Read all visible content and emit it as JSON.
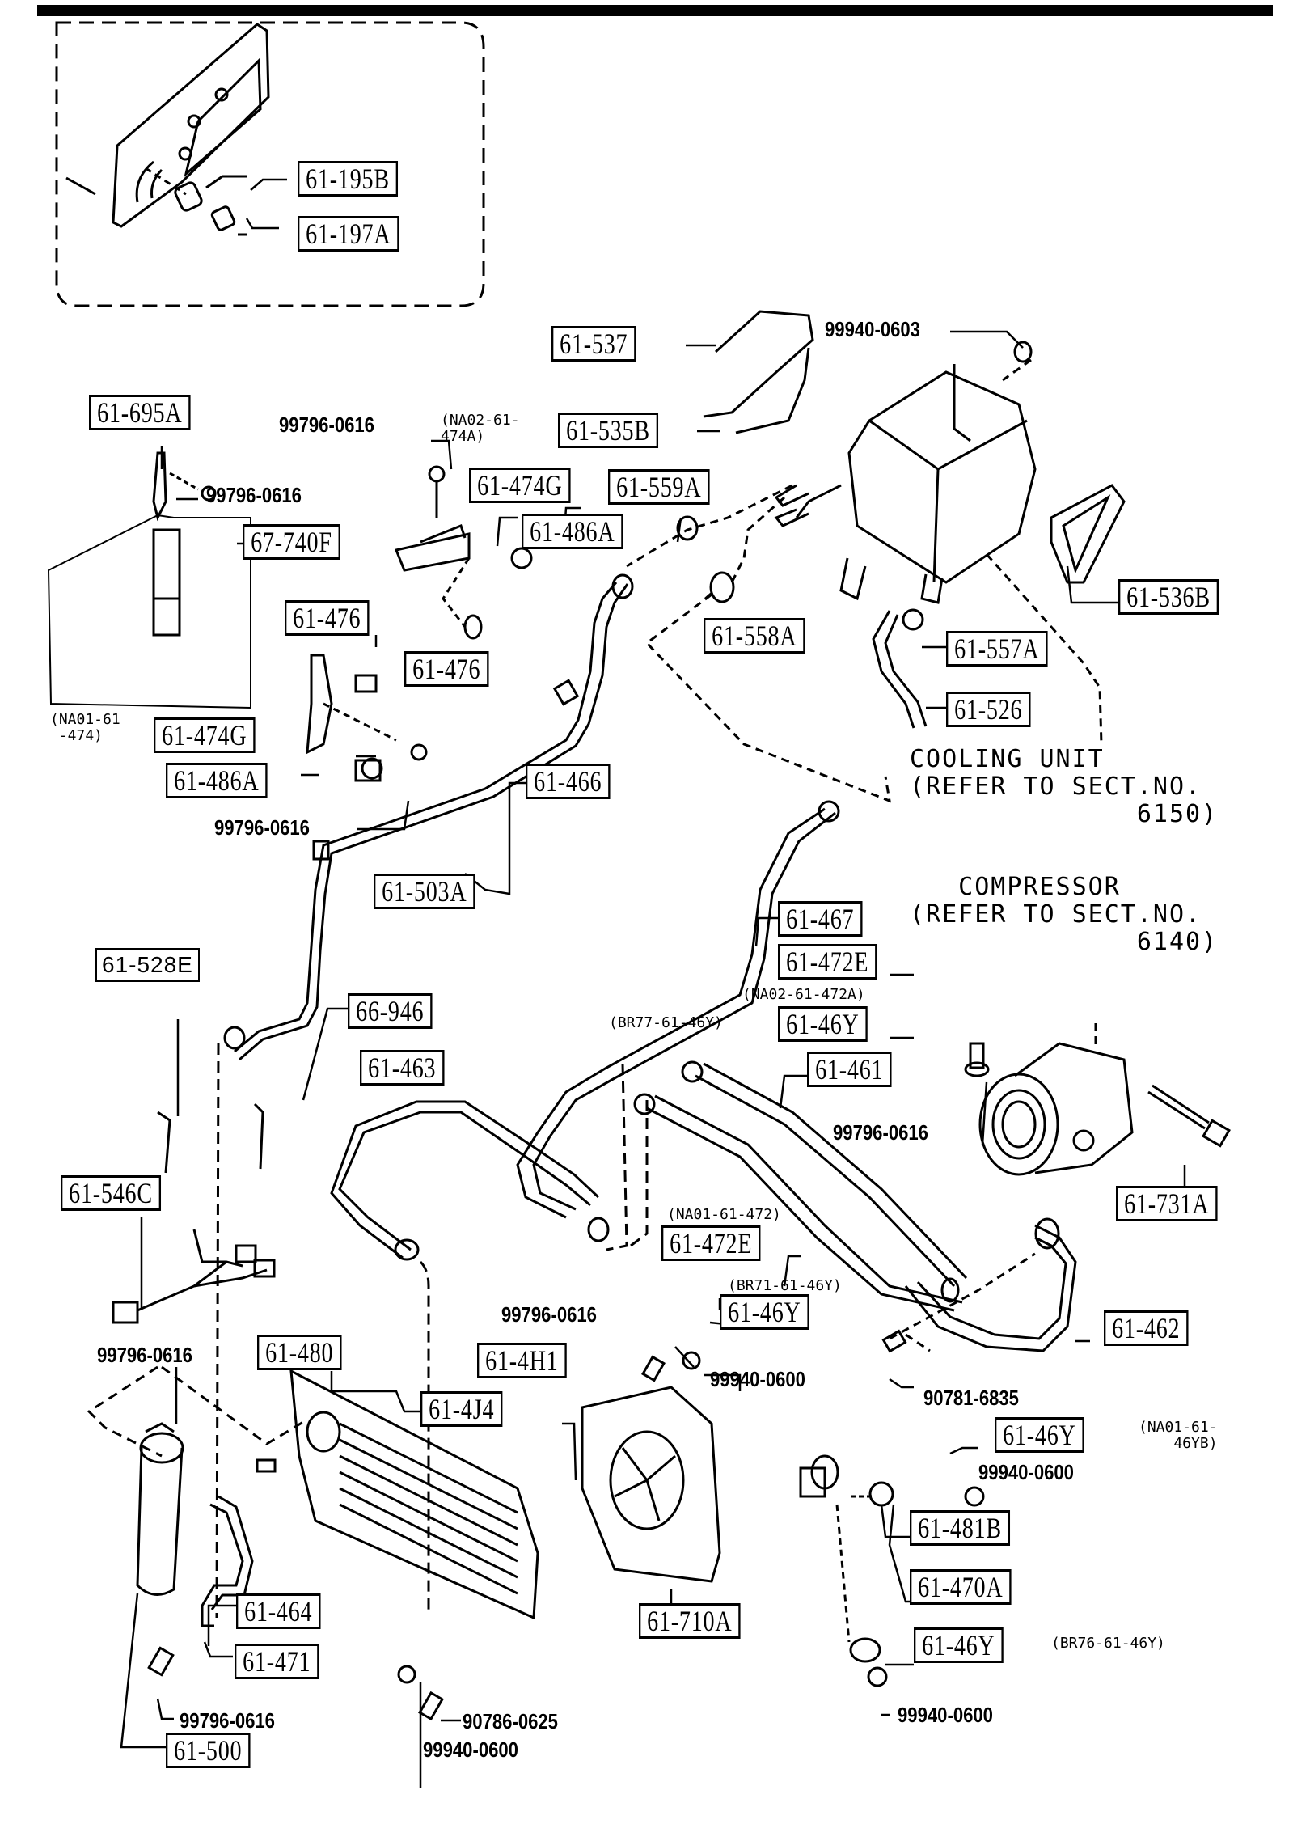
{
  "diagram": {
    "type": "exploded parts diagram",
    "subject": "Air conditioning refrigerant lines, condenser, cooling unit, compressor",
    "callouts": {
      "c61_195B": "61-195B",
      "c61_197A": "61-197A",
      "c61_537": "61-537",
      "c99940_0603": "99940-0603",
      "c61_695A": "61-695A",
      "c99796_0616_a": "99796-0616",
      "note_na02_474a": "(NA02-61-\n474A)",
      "c61_535B": "61-535B",
      "c99796_0616_b": "99796-0616",
      "c61_474G_a": "61-474G",
      "c61_559A": "61-559A",
      "c67_740F": "67-740F",
      "c61_486A_a": "61-486A",
      "c61_536B": "61-536B",
      "c61_476_a": "61-476",
      "c61_476_b": "61-476",
      "c61_558A": "61-558A",
      "c61_557A": "61-557A",
      "note_na01_474": "(NA01-61\n -474)",
      "c61_474G_b": "61-474G",
      "c61_526": "61-526",
      "c61_486A_b": "61-486A",
      "c61_466": "61-466",
      "c99796_0616_c": "99796-0616",
      "c61_503A": "61-503A",
      "c61_528E": "61-528E",
      "c61_467": "61-467",
      "c61_472E_a": "61-472E",
      "note_na02_472a": "(NA02-61-472A)",
      "note_br77_46y": "(BR77-61-46Y)",
      "c61_46Y_a": "61-46Y",
      "c66_946": "66-946",
      "c61_463": "61-463",
      "c61_461": "61-461",
      "c99796_0616_d": "99796-0616",
      "c61_731A": "61-731A",
      "c61_546C": "61-546C",
      "note_na01_472": "(NA01-61-472)",
      "c61_472E_b": "61-472E",
      "note_br71_46y": "(BR71-61-46Y)",
      "c99796_0616_e": "99796-0616",
      "c61_46Y_b": "61-46Y",
      "c61_462": "61-462",
      "c99796_0616_f": "99796-0616",
      "c61_480": "61-480",
      "c61_4H1": "61-4H1",
      "c99940_0600_a": "99940-0600",
      "c90781_6835": "90781-6835",
      "c61_4J4": "61-4J4",
      "c61_46Y_c": "61-46Y",
      "note_na01_46yb": "(NA01-61-\n    46YB)",
      "c99940_0600_b": "99940-0600",
      "c61_481B": "61-481B",
      "c61_470A": "61-470A",
      "c61_464": "61-464",
      "c61_471": "61-471",
      "c61_710A": "61-710A",
      "c61_46Y_d": "61-46Y",
      "note_br76_46y": "(BR76-61-46Y)",
      "c90786_0625": "90786-0625",
      "c99796_0616_g": "99796-0616",
      "c99940_0600_c": "99940-0600",
      "c99940_0600_d": "99940-0600",
      "c61_500": "61-500"
    },
    "references": {
      "cooling_unit": "COOLING UNIT\n(REFER TO SECT.NO.\n              6150)",
      "compressor": "   COMPRESSOR\n(REFER TO SECT.NO.\n              6140)"
    }
  }
}
